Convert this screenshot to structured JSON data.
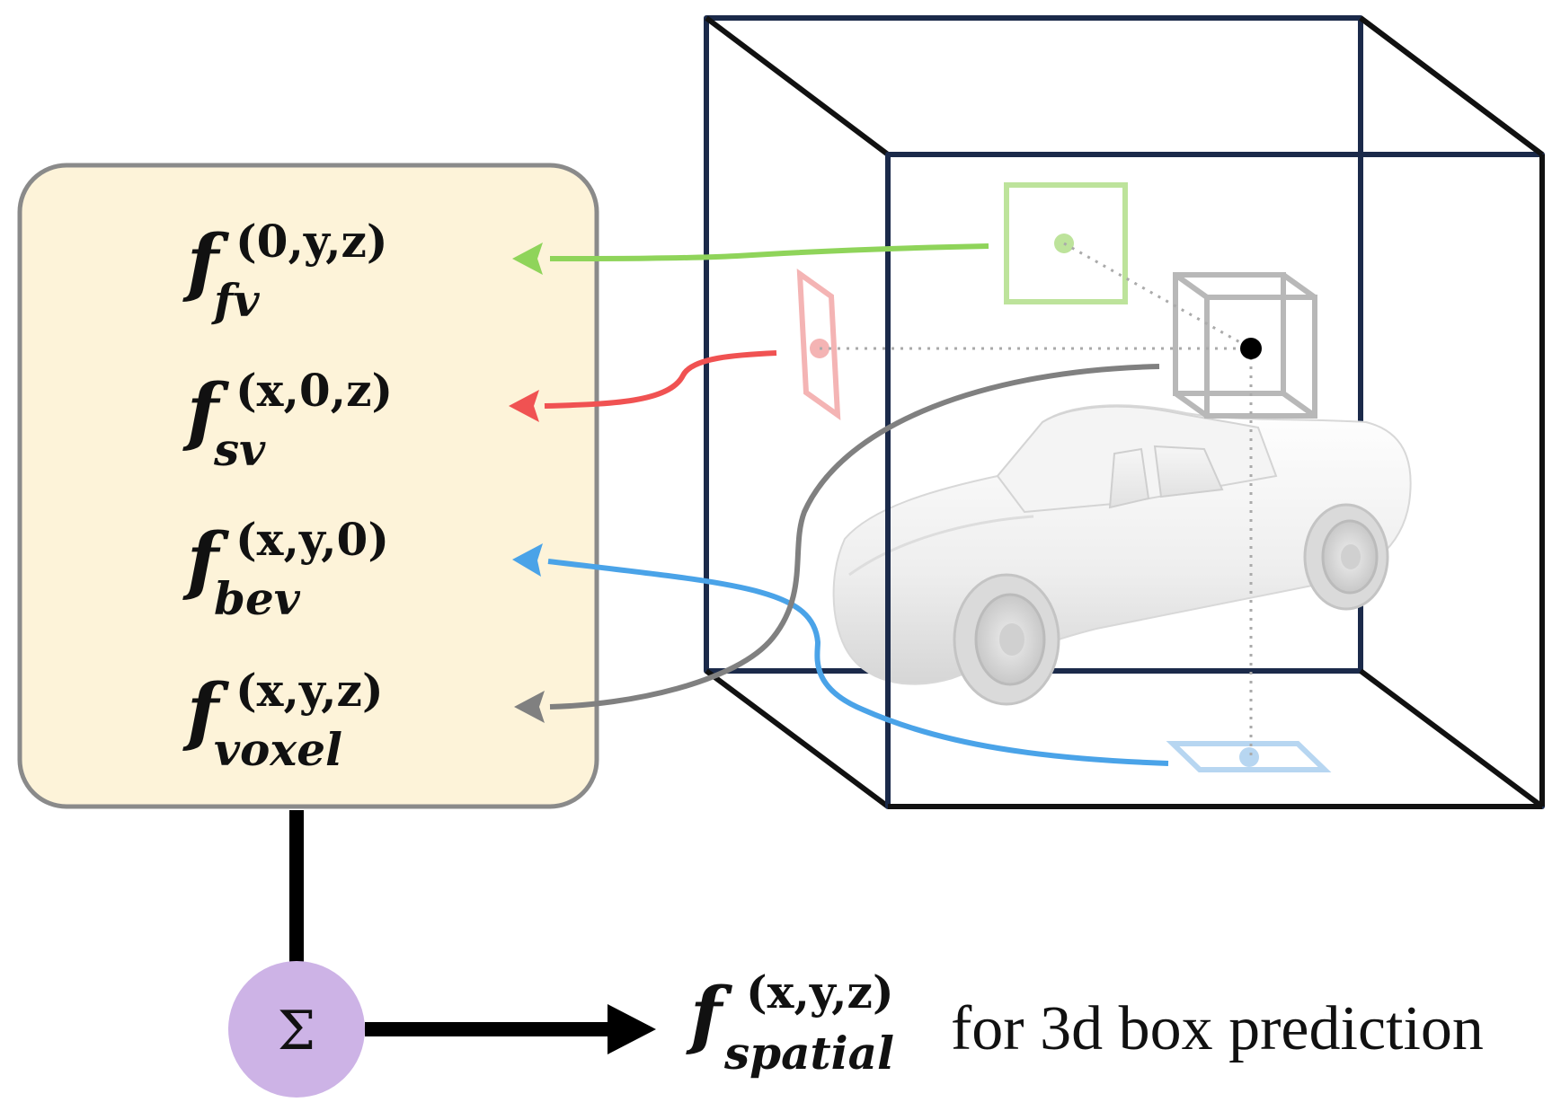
{
  "colors": {
    "panel_fill": "#fdf3d9",
    "panel_stroke": "#8a8a8a",
    "cube_front": "#1b2a4a",
    "cube_back": "#111111",
    "fv_green": "#8fd45a",
    "fv_green_light": "#bde39b",
    "sv_red": "#f05252",
    "sv_red_light": "#f4b4b4",
    "bev_blue": "#4aa3e8",
    "bev_blue_light": "#b7d6f1",
    "voxel_gray": "#808080",
    "voxel_gray_light": "#b8b8b8",
    "sum_purple": "#cdb3e6"
  },
  "features": [
    {
      "base": "f",
      "superscript": "(0,y,z)",
      "subscript": "fv"
    },
    {
      "base": "f",
      "superscript": "(x,0,z)",
      "subscript": "sv"
    },
    {
      "base": "f",
      "superscript": "(x,y,0)",
      "subscript": "bev"
    },
    {
      "base": "f",
      "superscript": "(x,y,z)",
      "subscript": "voxel"
    }
  ],
  "sum_symbol": "Σ",
  "output": {
    "base": "f",
    "superscript": "(x,y,z)",
    "subscript": "spatial",
    "caption": "for 3d box prediction"
  }
}
